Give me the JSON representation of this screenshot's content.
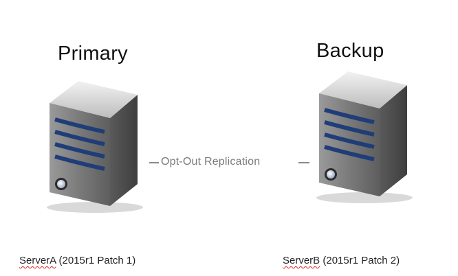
{
  "primary": {
    "title": "Primary",
    "server_name": "ServerA",
    "server_version": " (2015r1 Patch 1)"
  },
  "backup": {
    "title": "Backup",
    "server_name": "ServerB",
    "server_version": " (2015r1 Patch 2)"
  },
  "connector": {
    "label": "Opt-Out Replication"
  },
  "icons": [
    "server-tower-icon",
    "server-tower-icon"
  ],
  "colors": {
    "server_body": "#6f6f6f",
    "server_top": "#d8d8d8",
    "drive_bay": "#1f3d78",
    "connector": "#8a8a8a",
    "spellcheck_underline": "#dd2222"
  }
}
